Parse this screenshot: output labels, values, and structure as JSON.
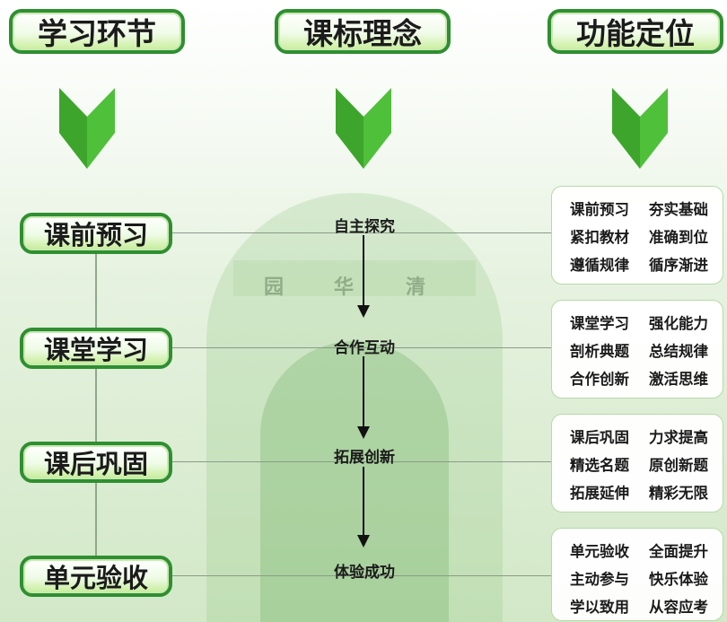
{
  "headers": [
    "学习环节",
    "课标理念",
    "功能定位"
  ],
  "stages": [
    "课前预习",
    "课堂学习",
    "课后巩固",
    "单元验收"
  ],
  "concepts": [
    "自主探究",
    "合作互动",
    "拓展创新",
    "体验成功"
  ],
  "functions": [
    [
      [
        "课前预习",
        "夯实基础"
      ],
      [
        "紧扣教材",
        "准确到位"
      ],
      [
        "遵循规律",
        "循序渐进"
      ]
    ],
    [
      [
        "课堂学习",
        "强化能力"
      ],
      [
        "剖析典题",
        "总结规律"
      ],
      [
        "合作创新",
        "激活思维"
      ]
    ],
    [
      [
        "课后巩固",
        "力求提高"
      ],
      [
        "精选名题",
        "原创新题"
      ],
      [
        "拓展延伸",
        "精彩无限"
      ]
    ],
    [
      [
        "单元验收",
        "全面提升"
      ],
      [
        "主动参与",
        "快乐体验"
      ],
      [
        "学以致用",
        "从容应考"
      ]
    ]
  ],
  "background_plaque": [
    "清",
    "华",
    "园"
  ],
  "colors": {
    "green_border": "#2f8f31",
    "arrow_green": "#4fc03a",
    "connector": "#8c9a88"
  }
}
